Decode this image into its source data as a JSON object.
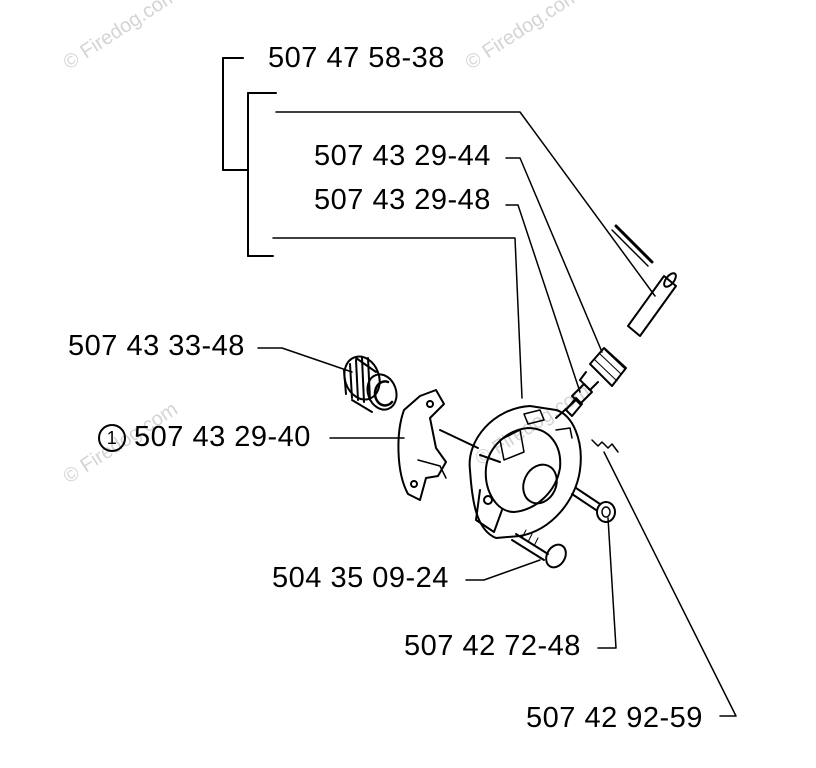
{
  "watermark": "© Firedog.com",
  "parts": [
    {
      "id": "p1",
      "number": "507 47 58-38"
    },
    {
      "id": "p2",
      "number": "507 43 29-44"
    },
    {
      "id": "p3",
      "number": "507 43 29-48"
    },
    {
      "id": "p4",
      "number": "507 43 33-48"
    },
    {
      "id": "p5",
      "number": "507 43 29-40",
      "marker": "1"
    },
    {
      "id": "p6",
      "number": "504 35 09-24"
    },
    {
      "id": "p7",
      "number": "507 42 72-48"
    },
    {
      "id": "p8",
      "number": "507 42 92-59"
    }
  ],
  "colors": {
    "ink": "#000000",
    "watermark": "#d4d4d4"
  }
}
